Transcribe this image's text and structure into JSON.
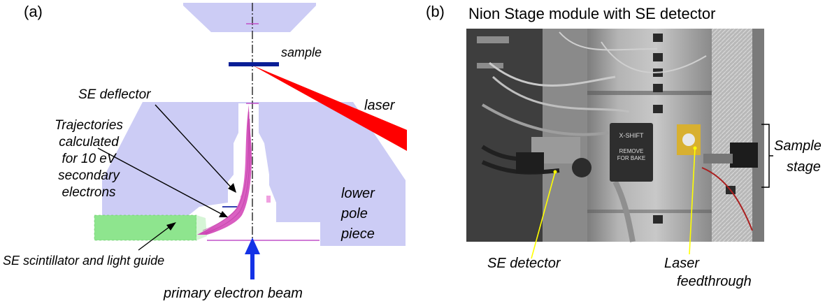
{
  "panel_a": {
    "label": "(a)",
    "sample_label": "sample",
    "laser_label": "laser",
    "deflector_label": "SE deflector",
    "trajectories_label": [
      "Trajectories",
      "calculated",
      "for 10 eV",
      "secondary",
      "electrons"
    ],
    "pole_label": [
      "lower",
      "pole",
      "piece"
    ],
    "scintillator_label": "SE scintillator and light guide",
    "beam_label": "primary electron beam",
    "colors": {
      "pole": "#ccccf5",
      "sample": "#0a1e96",
      "laser": "#ff0000",
      "scintillator": "#7ae07a",
      "trajectories": "#e060c8",
      "beam": "#1432e6",
      "axis": "#c050c8"
    }
  },
  "panel_b": {
    "label": "(b)",
    "title": "Nion Stage module with SE detector",
    "detector_label": "SE detector",
    "feedthrough_label": [
      "Laser",
      "feedthrough"
    ],
    "stage_label": [
      "Sample",
      "stage"
    ],
    "plate_text": [
      "X-SHIFT",
      "REMOVE",
      "FOR BAKE"
    ],
    "callout_color": "#ffff00"
  }
}
